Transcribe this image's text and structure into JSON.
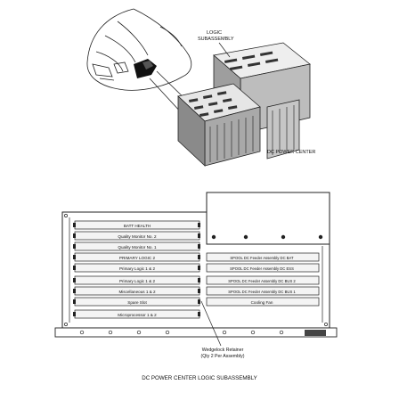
{
  "top_illustration": {
    "logic_label_line1": "LOGIC",
    "logic_label_line2": "SUBASSEMBLY",
    "dc_label": "DC POWER CENTER"
  },
  "panel": {
    "left_column_cards": [
      "BATT HEALTH",
      "Quality Monitor No. 2",
      "Quality Monitor No. 1",
      "PRIMARY LOGIC 2",
      "Primary Logic 1 & 2",
      "Primary Logic 1 & 2",
      "Miscellaneous 1 & 2",
      "Spare Slot",
      "Microprocessor 1 & 2"
    ],
    "right_column_cards": [
      "SPOOL DC Feeder Assembly DC BAT",
      "SPOOL DC Feeder Assembly DC ESS",
      "SPOOL DC Feeder Assembly DC BUS 2",
      "SPOOL DC Feeder Assembly DC BUS 1",
      "Cooling Fan"
    ],
    "callout_line1": "Wedgelock Retainer",
    "callout_line2": "(Qty 2 Per Assembly)",
    "caption": "DC POWER CENTER LOGIC SUBASSEMBLY"
  }
}
